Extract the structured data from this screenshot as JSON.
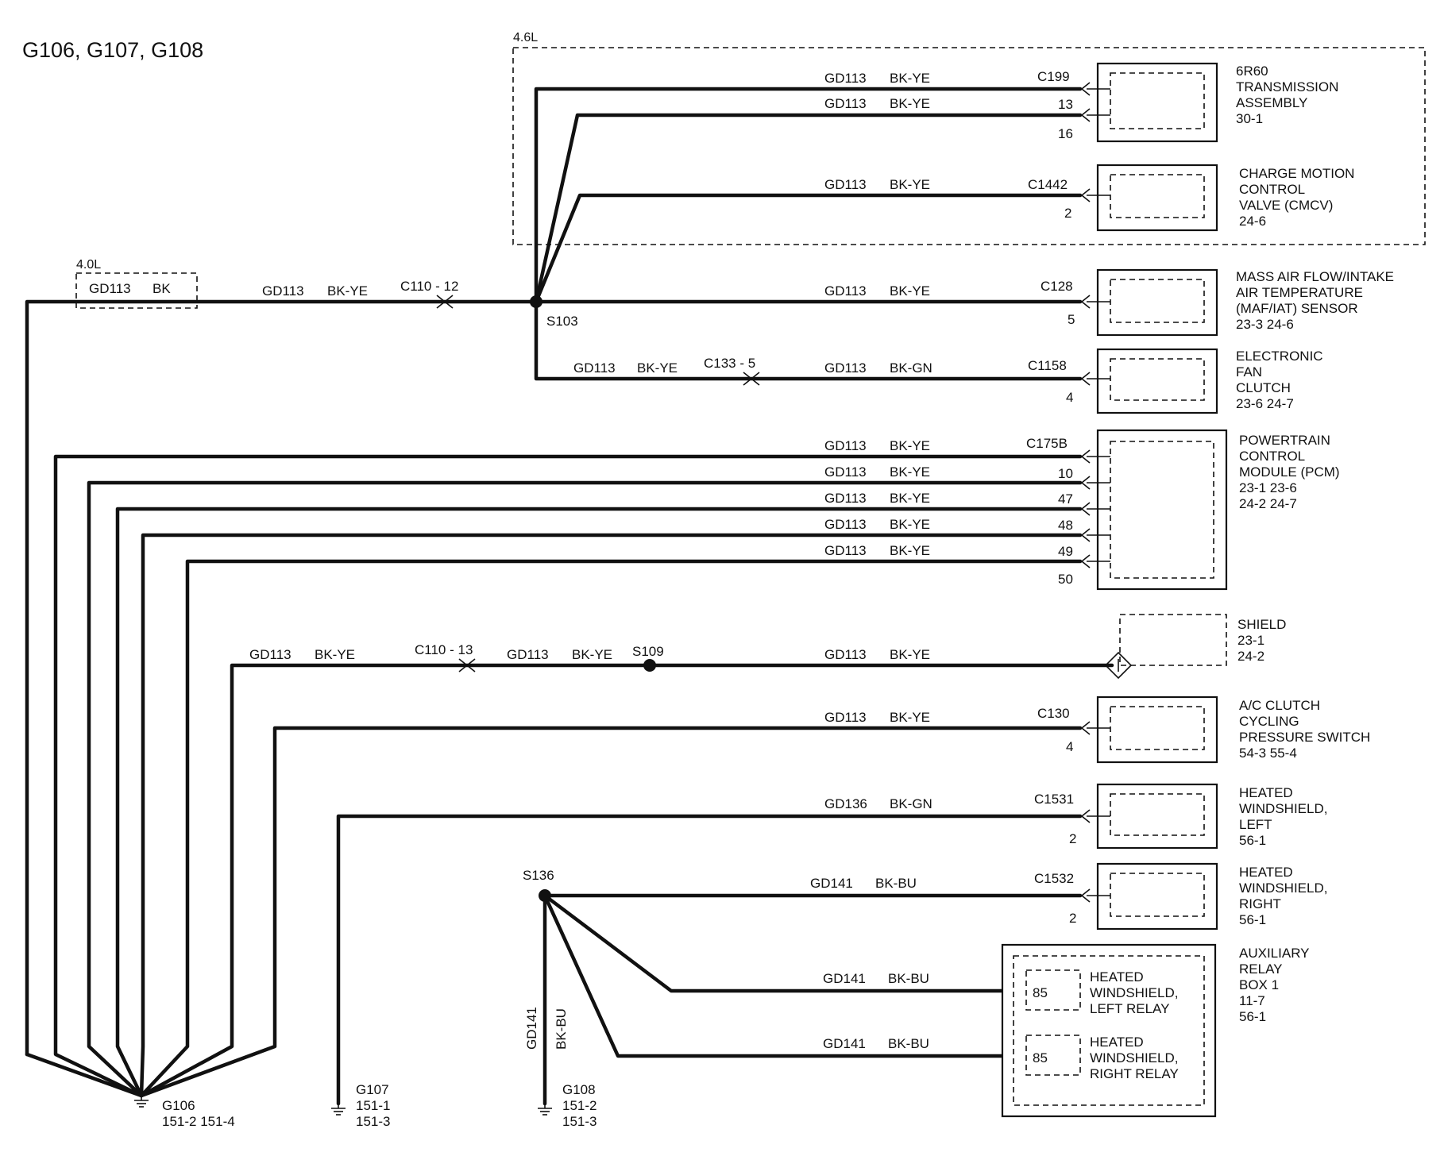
{
  "title": "G106, G107, G108",
  "zones": {
    "z46": "4.6L",
    "z40": "4.0L"
  },
  "circuits": {
    "gd113": "GD113",
    "gd136": "GD136",
    "gd141": "GD141"
  },
  "colors": {
    "bkye": "BK-YE",
    "bkgn": "BK-GN",
    "bubu": "BK-BU",
    "bk": "BK"
  },
  "connectors": {
    "c199": "C199",
    "c1442": "C1442",
    "c128": "C128",
    "c1158": "C1158",
    "c175b": "C175B",
    "c130": "C130",
    "c1531": "C1531",
    "c1532": "C1532",
    "c110_12": "C110 - 12",
    "c110_13": "C110 - 13",
    "c133_5": "C133 - 5"
  },
  "pins": {
    "p13": "13",
    "p16": "16",
    "p2a": "2",
    "p5": "5",
    "p4a": "4",
    "p10": "10",
    "p47": "47",
    "p48": "48",
    "p49": "49",
    "p50": "50",
    "p4b": "4",
    "p2b": "2",
    "p2c": "2",
    "p85a": "85",
    "p85b": "85"
  },
  "splices": {
    "s103": "S103",
    "s109": "S109",
    "s136": "S136"
  },
  "components": {
    "trans": [
      "6R60",
      "TRANSMISSION",
      "ASSEMBLY",
      "30-1"
    ],
    "cmcv": [
      "CHARGE MOTION",
      "CONTROL",
      "VALVE (CMCV)",
      "24-6"
    ],
    "maf": [
      "MASS AIR FLOW/INTAKE",
      "AIR TEMPERATURE",
      "(MAF/IAT) SENSOR",
      "23-3      24-6"
    ],
    "fan": [
      "ELECTRONIC",
      "FAN",
      "CLUTCH",
      "23-6      24-7"
    ],
    "pcm": [
      "POWERTRAIN",
      "CONTROL",
      "MODULE (PCM)",
      "23-1      23-6",
      "24-2      24-7"
    ],
    "shield": [
      "SHIELD",
      "23-1",
      "24-2"
    ],
    "ac": [
      "A/C CLUTCH",
      "CYCLING",
      "PRESSURE SWITCH",
      "54-3      55-4"
    ],
    "hwl": [
      "HEATED",
      "WINDSHIELD,",
      "LEFT",
      "56-1"
    ],
    "hwr": [
      "HEATED",
      "WINDSHIELD,",
      "RIGHT",
      "56-1"
    ],
    "aux": [
      "AUXILIARY",
      "RELAY",
      "BOX 1",
      "11-7",
      "56-1"
    ],
    "relayl": [
      "HEATED",
      "WINDSHIELD,",
      "LEFT RELAY"
    ],
    "relayr": [
      "HEATED",
      "WINDSHIELD,",
      "RIGHT RELAY"
    ]
  },
  "grounds": {
    "g106": "G106",
    "g106_refs": "151-2          151-4",
    "g107": "G107",
    "g107_r1": "151-1",
    "g107_r2": "151-3",
    "g108": "G108",
    "g108_r1": "151-2",
    "g108_r2": "151-3"
  }
}
